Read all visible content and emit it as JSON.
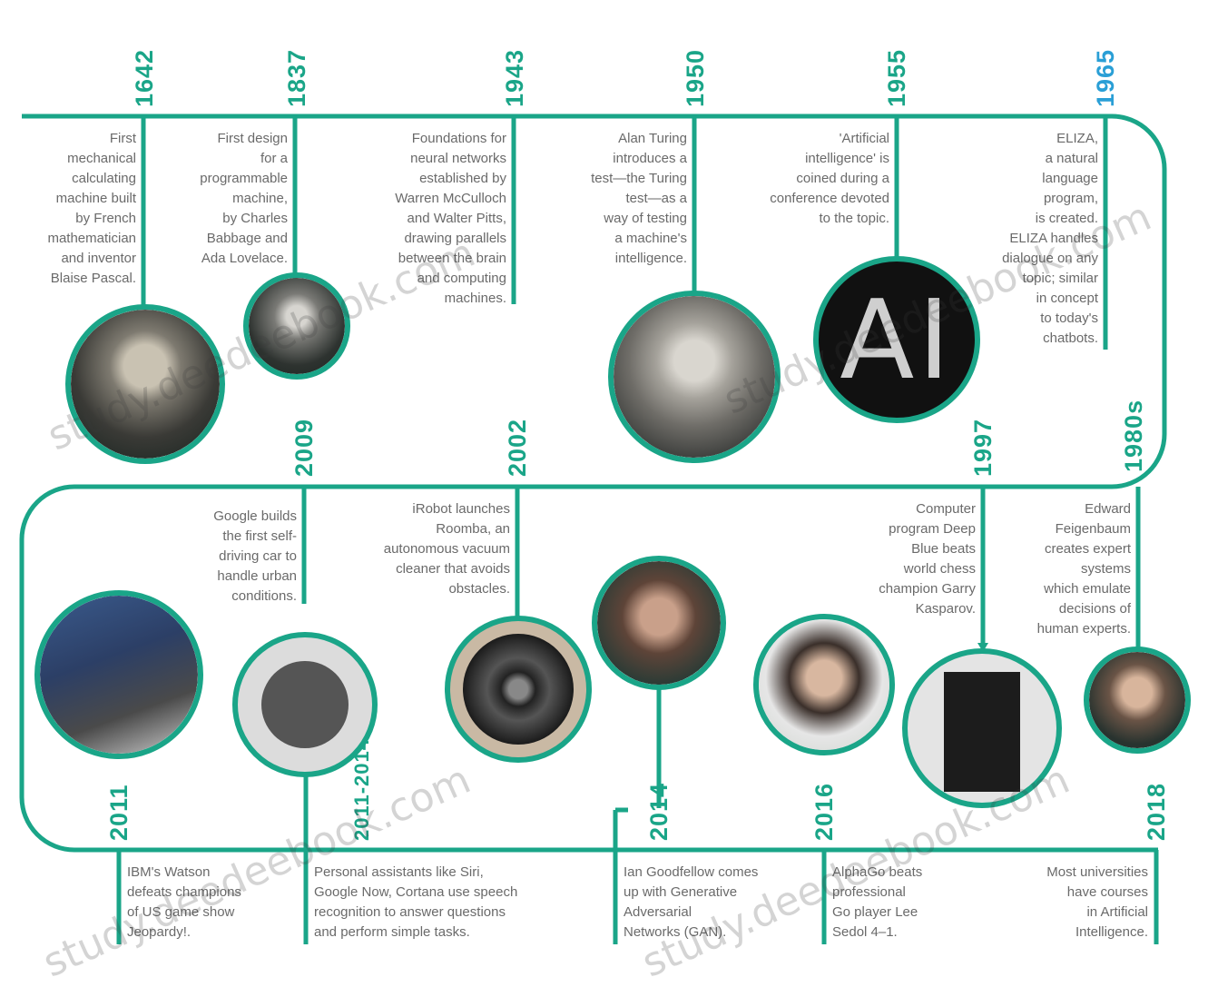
{
  "events": [
    {
      "year": "1642",
      "text": "First\nmechanical\ncalculating\nmachine built\nby French\nmathematician\nand inventor\nBlaise Pascal."
    },
    {
      "year": "1837",
      "text": "First design\nfor a\nprogrammable\nmachine,\nby Charles\nBabbage and\nAda Lovelace."
    },
    {
      "year": "1943",
      "text": "Foundations for\nneural networks\nestablished by\nWarren McCulloch\nand Walter Pitts,\ndrawing parallels\nbetween the brain\nand computing\nmachines."
    },
    {
      "year": "1950",
      "text": "Alan Turing\nintroduces a\ntest—the Turing\ntest—as a\nway of testing\na machine's\nintelligence."
    },
    {
      "year": "1955",
      "text": "'Artificial\nintelligence' is\ncoined during a\nconference devoted\nto the topic."
    },
    {
      "year": "1965",
      "text": "ELIZA,\na natural\nlanguage\nprogram,\nis created.\nELIZA handles\ndialogue on any\ntopic; similar\nin concept\nto today's\nchatbots."
    },
    {
      "year": "1980s",
      "text": "Edward\nFeigenbaum\ncreates expert\nsystems\nwhich emulate\ndecisions of\nhuman experts."
    },
    {
      "year": "1997",
      "text": "Computer\nprogram Deep\nBlue beats\nworld chess\nchampion Garry\nKasparov."
    },
    {
      "year": "2002",
      "text": "iRobot launches\nRoomba, an\nautonomous vacuum\ncleaner that avoids\nobstacles."
    },
    {
      "year": "2009",
      "text": "Google builds\nthe first self-\ndriving car to\nhandle urban\nconditions."
    },
    {
      "year": "2011",
      "text": "IBM's Watson\ndefeats champions\nof US game show\nJeopardy!."
    },
    {
      "year": "2011-2014",
      "text": "Personal assistants like Siri,\nGoogle Now, Cortana use speech\nrecognition to answer questions\nand perform simple tasks."
    },
    {
      "year": "2014",
      "text": "Ian Goodfellow comes\nup with Generative\nAdversarial\nNetworks (GAN)."
    },
    {
      "year": "2016",
      "text": "AlphaGo beats\nprofessional\nGo player Lee\nSedol 4–1."
    },
    {
      "year": "2018",
      "text": "Most universities\nhave courses\nin Artificial\nIntelligence."
    }
  ],
  "ai_symbol": "AI",
  "watermark": "study.deedeebook.com",
  "colors": {
    "line": "#1aa588",
    "accent_year": "#2a9fd6"
  }
}
